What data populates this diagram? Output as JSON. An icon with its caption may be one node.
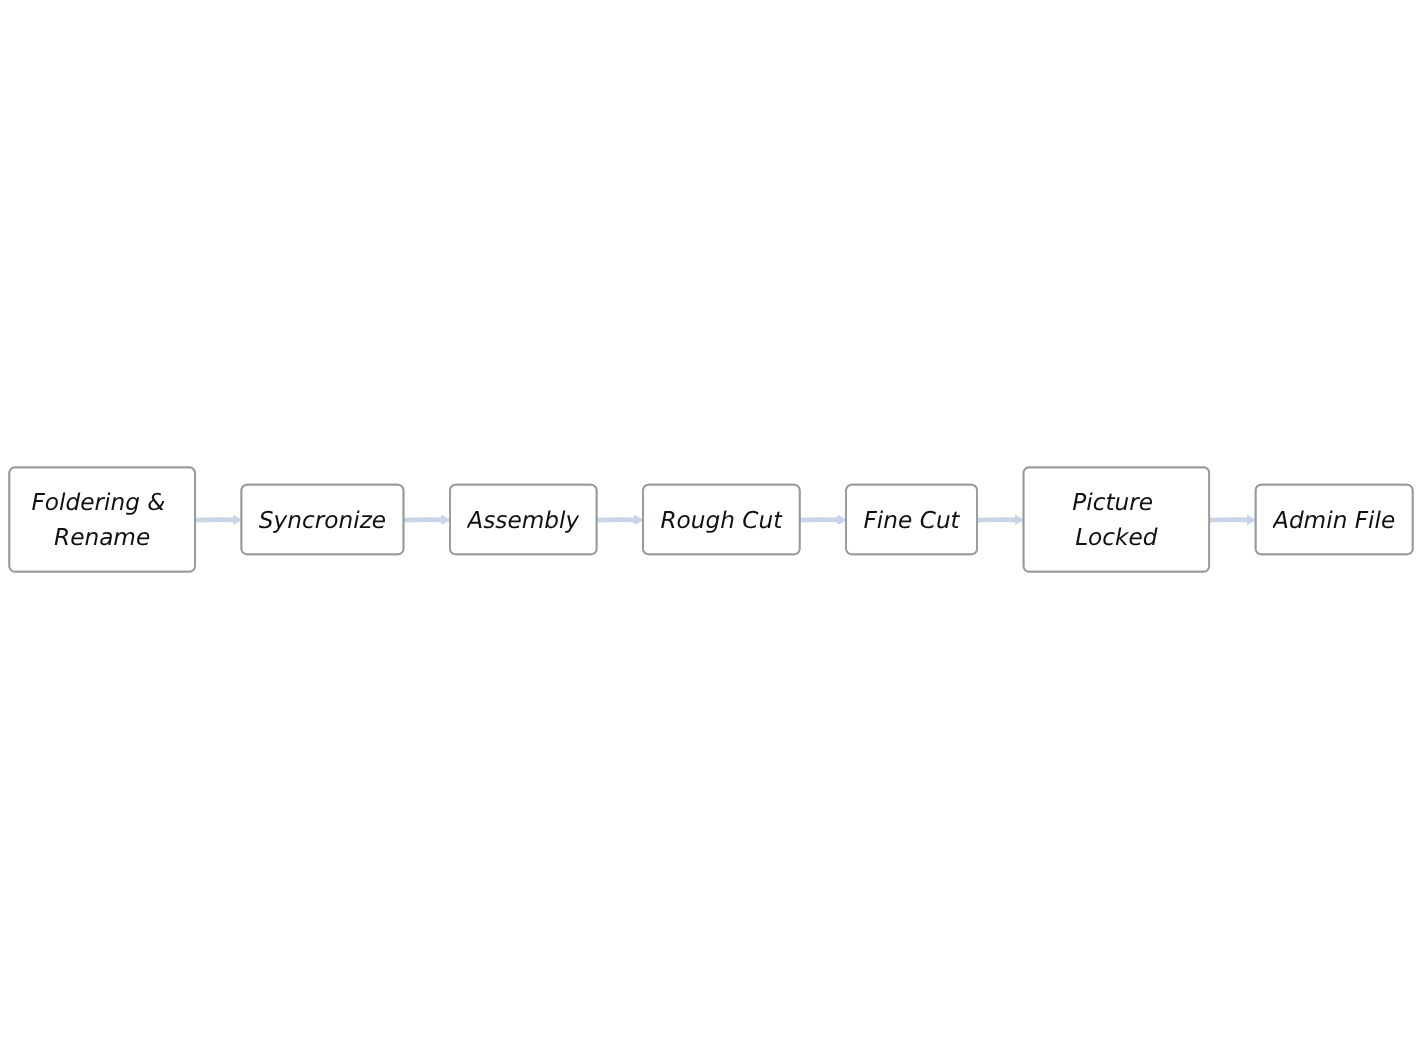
{
  "diagram": {
    "nodes": [
      {
        "text": [
          "Foldering & Rename"
        ]
      },
      {
        "text": [
          "Syncronize"
        ]
      },
      {
        "text": [
          "Assembly"
        ]
      },
      {
        "text": [
          "Rough Cut"
        ]
      },
      {
        "text": [
          "Fine Cut"
        ]
      },
      {
        "text": [
          "Picture Locked"
        ]
      },
      {
        "text": [
          "Admin File"
        ]
      }
    ],
    "edges": [
      {
        "from": 0,
        "to": 1,
        "arrow": "to"
      },
      {
        "from": 1,
        "to": 2,
        "arrow": "to"
      },
      {
        "from": 2,
        "to": 3,
        "arrow": "to"
      },
      {
        "from": 3,
        "to": 4,
        "arrow": "to"
      },
      {
        "from": 4,
        "to": 5,
        "arrow": "to"
      },
      {
        "from": 5,
        "to": 6,
        "arrow": "to"
      }
    ]
  }
}
